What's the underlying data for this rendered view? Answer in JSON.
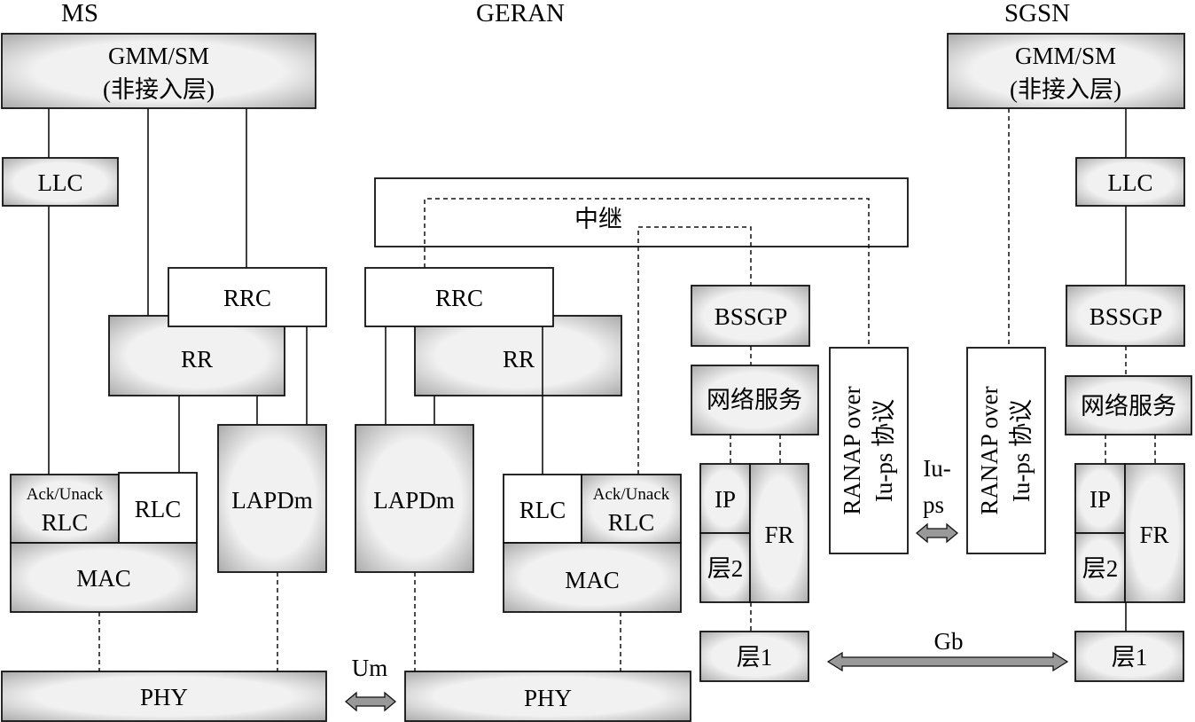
{
  "headers": {
    "ms": "MS",
    "geran": "GERAN",
    "sgsn": "SGSN"
  },
  "ms": {
    "gmm_line1": "GMM/SM",
    "gmm_line2": "(非接入层)",
    "llc": "LLC",
    "rrc": "RRC",
    "rr": "RR",
    "ack_top": "Ack/Unack",
    "ack_bottom": "RLC",
    "rlc": "RLC",
    "lapdm": "LAPDm",
    "mac": "MAC",
    "phy": "PHY"
  },
  "geran": {
    "relay": "中继",
    "rrc": "RRC",
    "rr": "RR",
    "lapdm": "LAPDm",
    "rlc": "RLC",
    "ack_top": "Ack/Unack",
    "ack_bottom": "RLC",
    "mac": "MAC",
    "phy": "PHY",
    "bssgp": "BSSGP",
    "network_service": "网络服务",
    "ip": "IP",
    "fr": "FR",
    "layer2": "层2",
    "layer1": "层1",
    "ranap_line1": "RANAP over",
    "ranap_line2": "Iu-ps 协议"
  },
  "sgsn": {
    "gmm_line1": "GMM/SM",
    "gmm_line2": "(非接入层)",
    "llc": "LLC",
    "bssgp": "BSSGP",
    "network_service": "网络服务",
    "ip": "IP",
    "fr": "FR",
    "layer2": "层2",
    "layer1": "层1",
    "ranap_line1": "RANAP over",
    "ranap_line2": "Iu-ps 协议"
  },
  "interfaces": {
    "um": "Um",
    "iups_line1": "Iu-",
    "iups_line2": "ps",
    "gb": "Gb"
  },
  "colors": {
    "box_fill": "#efefef",
    "box_edge": "#a8a8a8",
    "stroke": "#111111",
    "arrow_fill": "#999999"
  }
}
